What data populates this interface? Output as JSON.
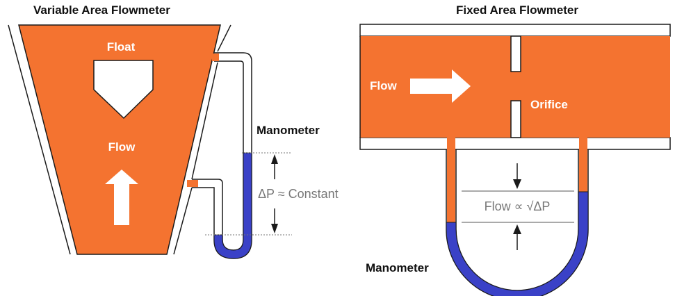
{
  "colors": {
    "fluid": "#f47330",
    "manometer_fluid": "#3a41c7",
    "outline": "#1a1a1a",
    "label_on_fluid": "#ffffff",
    "label_dark": "#111111",
    "label_light": "#777777"
  },
  "left_diagram": {
    "title": "Variable Area Flowmeter",
    "float_label": "Float",
    "flow_label": "Flow",
    "manometer_label": "Manometer",
    "dp_label": "ΔP ≈ Constant",
    "icons": [
      "float-icon",
      "flow-up-arrow-icon",
      "dp-arrow-up-icon",
      "dp-arrow-down-icon"
    ]
  },
  "right_diagram": {
    "title": "Fixed Area Flowmeter",
    "flow_label": "Flow",
    "orifice_label": "Orifice",
    "manometer_label": "Manometer",
    "flow_relation_label": "Flow ∝ √ΔP",
    "icons": [
      "flow-right-arrow-icon",
      "flow-down-arrow-icon",
      "flow-up-arrow-icon"
    ]
  }
}
